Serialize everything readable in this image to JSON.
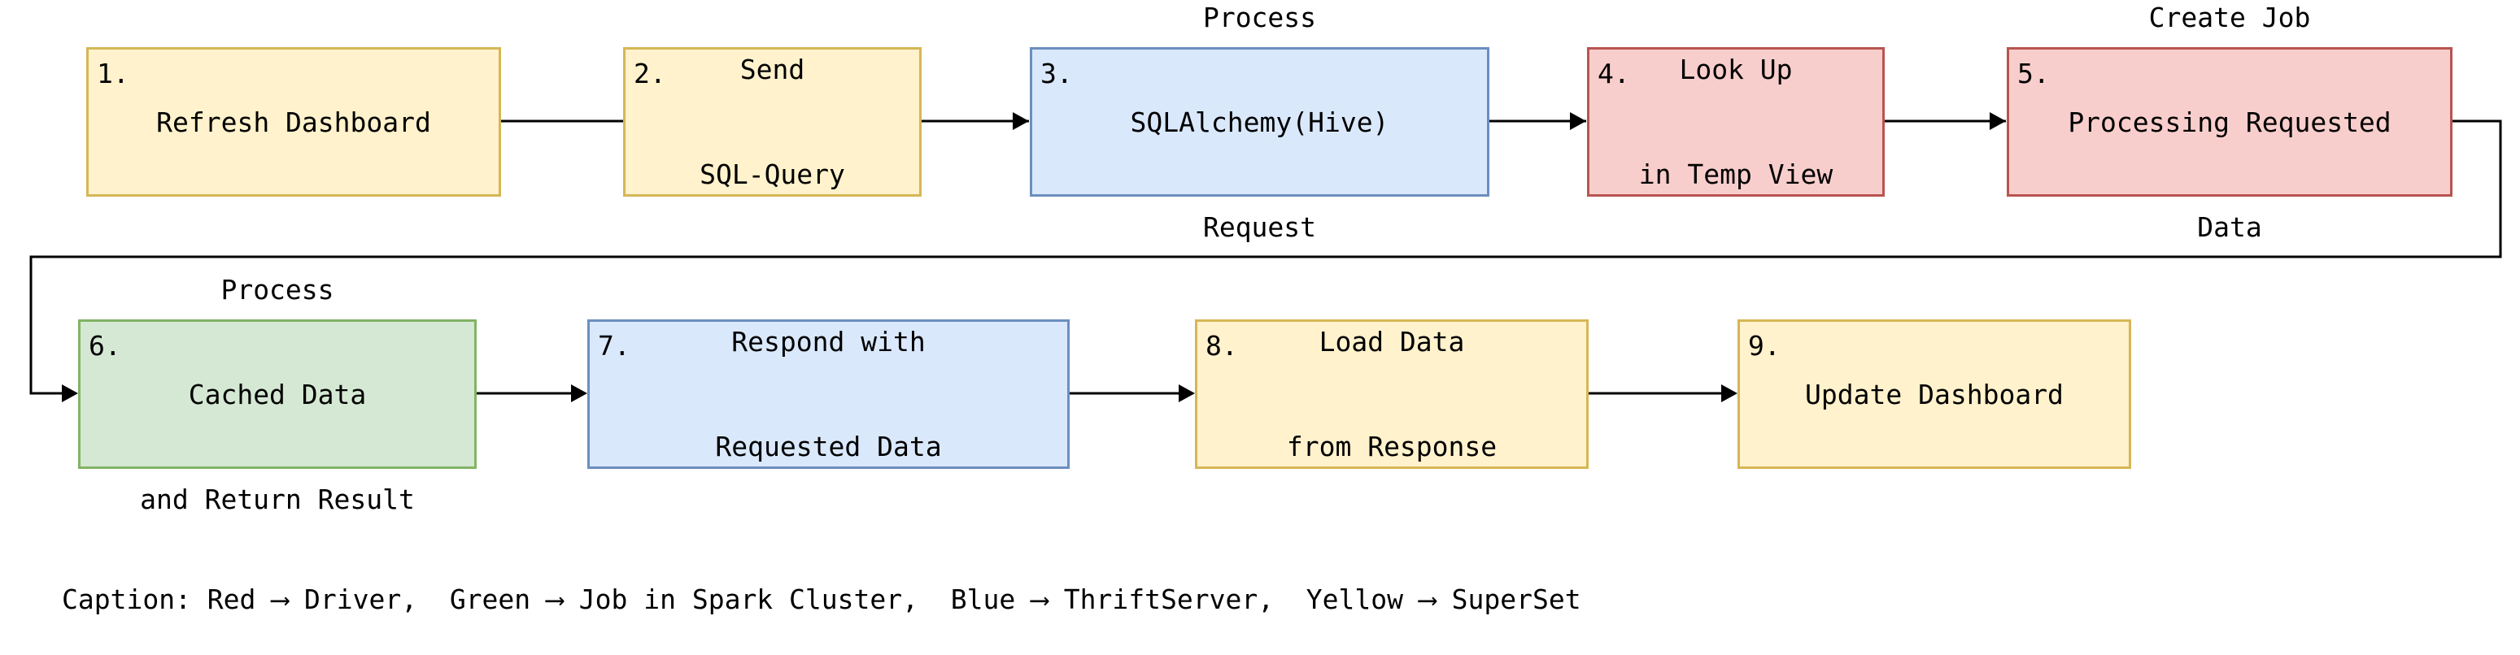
{
  "steps": [
    {
      "number": "1.",
      "lines": [
        "Refresh Dashboard"
      ],
      "color": "yellow"
    },
    {
      "number": "2.",
      "lines": [
        "Send",
        "SQL-Query"
      ],
      "color": "yellow"
    },
    {
      "number": "3.",
      "lines": [
        "Process",
        "SQLAlchemy(Hive)",
        "Request"
      ],
      "color": "blue"
    },
    {
      "number": "4.",
      "lines": [
        "Look Up",
        "in Temp View"
      ],
      "color": "red"
    },
    {
      "number": "5.",
      "lines": [
        "Create Job",
        "Processing Requested",
        "Data"
      ],
      "color": "red"
    },
    {
      "number": "6.",
      "lines": [
        "Process",
        "Cached Data",
        "and Return Result"
      ],
      "color": "green"
    },
    {
      "number": "7.",
      "lines": [
        "Respond with",
        "Requested Data"
      ],
      "color": "blue"
    },
    {
      "number": "8.",
      "lines": [
        "Load Data",
        "from Response"
      ],
      "color": "yellow"
    },
    {
      "number": "9.",
      "lines": [
        "Update Dashboard"
      ],
      "color": "yellow"
    }
  ],
  "caption": "Caption: Red ⟶ Driver,  Green ⟶ Job in Spark Cluster,  Blue ⟶ ThriftServer,  Yellow ⟶ SuperSet",
  "colors": {
    "yellow_fill": "#fff2cc",
    "yellow_stroke": "#d6b656",
    "blue_fill": "#dae8fc",
    "blue_stroke": "#6c8ebf",
    "red_fill": "#f8cecc",
    "red_stroke": "#b85450",
    "green_fill": "#d5e8d4",
    "green_stroke": "#82b366"
  }
}
